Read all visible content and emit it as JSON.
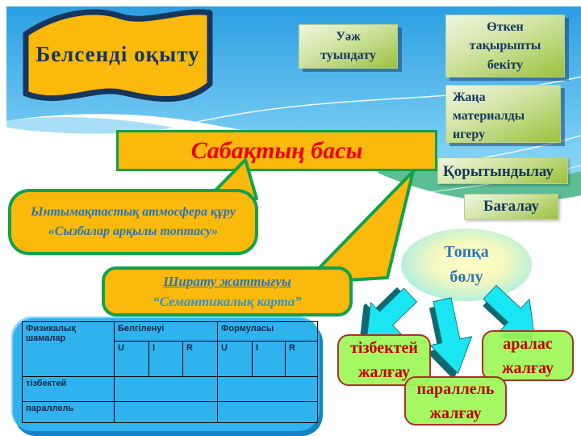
{
  "slide": {
    "flag_label": "Белсенді  оқыту",
    "stage_boxes": [
      {
        "label": "Уәж\nтуындату"
      },
      {
        "label": "Өткен\nтақырыпты\nбекіту"
      },
      {
        "label": "Жаңа\nматериалды\nигеру"
      },
      {
        "label": "Қорытындылау"
      },
      {
        "label": "Бағалау"
      }
    ],
    "lesson_start_label": "Сабақтың басы",
    "callout_atmosphere": {
      "line1": "Ынтымақтастық атмосфера құру",
      "line2": "«Сызбалар арқылы топтасу»"
    },
    "callout_warmup": {
      "line1": "Ширату жаттығуы",
      "line2": "“Семантикалық карта”"
    },
    "grouping_ellipse_label": "Топқа\nбөлу",
    "group_boxes": [
      {
        "label": "тізбектей\nжалғау"
      },
      {
        "label": "параллель\nжалғау"
      },
      {
        "label": "аралас\nжалғау"
      }
    ],
    "table": {
      "col1_header": "Физикалық\nшамалар",
      "group1_header": "Белгіленуі",
      "group2_header": "Формуласы",
      "sub_headers": [
        "U",
        "I",
        "R",
        "U",
        "I",
        "R"
      ],
      "row_labels": [
        "тізбектей",
        "параллель"
      ]
    },
    "colors": {
      "accent_yellow": "#FBB90C",
      "navy": "#17365D",
      "green_border": "#10A24C",
      "red_text": "#EE0000",
      "callout_blue": "#2E74B5",
      "table_blue": "#2FB3EF",
      "arrow_cyan": "#19E6F2",
      "group_box_green": "#9DF858",
      "stage_box_green": "#9CC13D",
      "sky_blue": "#2B9FE2"
    },
    "icons": [
      {
        "name": "arrow-down-left-icon"
      },
      {
        "name": "arrow-down-icon"
      },
      {
        "name": "arrow-down-right-icon"
      }
    ]
  }
}
